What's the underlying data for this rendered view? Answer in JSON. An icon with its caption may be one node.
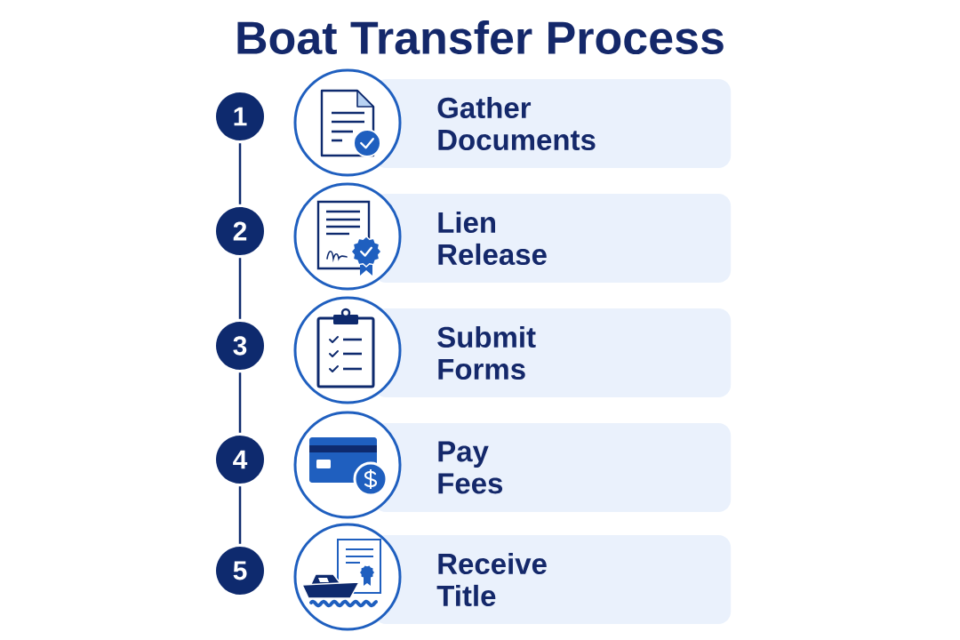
{
  "diagram": {
    "title": "Boat Transfer Process",
    "nodes": [
      {
        "text": [
          "1"
        ]
      },
      {
        "text": [
          "Gather Documents"
        ]
      },
      {
        "text": [
          "2"
        ]
      },
      {
        "text": [
          "Lien Release"
        ]
      },
      {
        "text": [
          "3"
        ]
      },
      {
        "text": [
          "Submit Forms"
        ]
      },
      {
        "text": [
          "4"
        ]
      },
      {
        "text": [
          "Pay Fees"
        ]
      },
      {
        "text": [
          "5"
        ]
      },
      {
        "text": [
          "Receive Title"
        ]
      }
    ],
    "edges": [
      {
        "from": 0,
        "to": 2,
        "arrow": "none"
      },
      {
        "from": 2,
        "to": 4,
        "arrow": "none"
      },
      {
        "from": 4,
        "to": 6,
        "arrow": "none"
      },
      {
        "from": 6,
        "to": 8,
        "arrow": "none"
      }
    ]
  }
}
